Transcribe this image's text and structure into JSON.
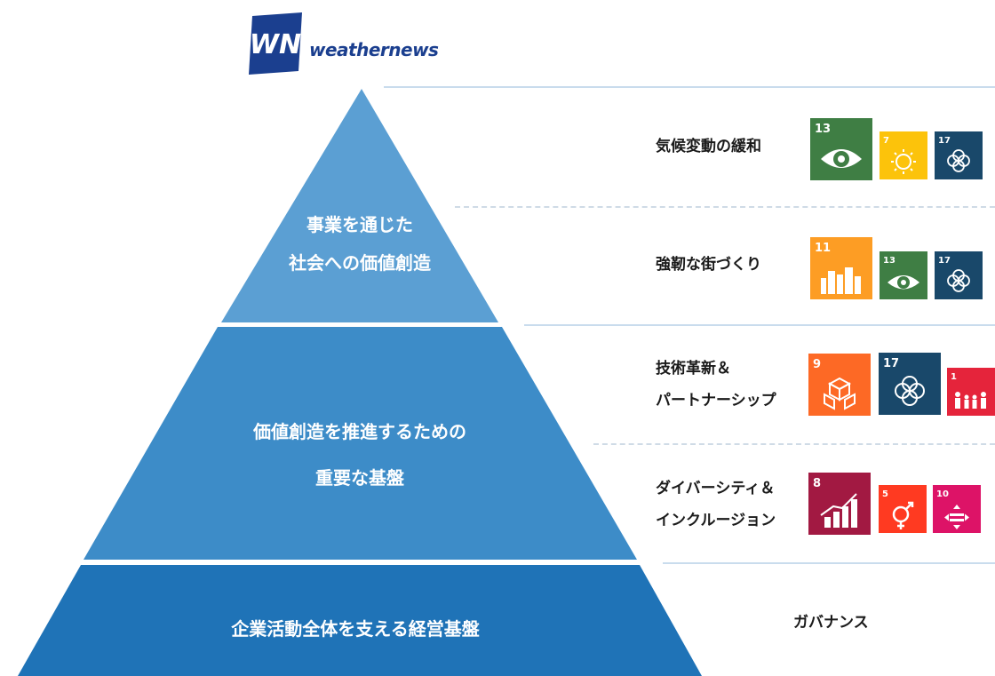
{
  "brand": {
    "mark": "WN",
    "name": "weathernews",
    "color": "#1b3f8f"
  },
  "pyramid": {
    "top": {
      "line1": "事業を通じた",
      "line2": "社会への価値創造",
      "color": "#5b9fd3"
    },
    "middle": {
      "line1": "価値創造を推進するための",
      "line2": "重要な基盤",
      "color": "#3d8cc8"
    },
    "bottom": {
      "line1": "企業活動全体を支える経営基盤",
      "color": "#1f73b7"
    }
  },
  "categories": {
    "climate": {
      "label": "気候変動の緩和"
    },
    "resilient": {
      "label": "強靭な街づくり"
    },
    "innovation": {
      "line1": "技術革新＆",
      "line2": "パートナーシップ"
    },
    "diversity": {
      "line1": "ダイバーシティ＆",
      "line2": "インクルージョン"
    },
    "governance": {
      "label": "ガバナンス"
    }
  },
  "sdg_tiles": {
    "climate": [
      {
        "number": "13",
        "icon": "eye-earth-icon",
        "color": "#3f7e44"
      },
      {
        "number": "7",
        "icon": "sun-icon",
        "color": "#fcc30b"
      },
      {
        "number": "17",
        "icon": "flower-rings-icon",
        "color": "#19486a"
      }
    ],
    "resilient": [
      {
        "number": "11",
        "icon": "city-buildings-icon",
        "color": "#fd9d24"
      },
      {
        "number": "13",
        "icon": "eye-earth-icon",
        "color": "#3f7e44"
      },
      {
        "number": "17",
        "icon": "flower-rings-icon",
        "color": "#19486a"
      }
    ],
    "innovation": [
      {
        "number": "9",
        "icon": "cubes-icon",
        "color": "#fd6925"
      },
      {
        "number": "17",
        "icon": "flower-rings-icon",
        "color": "#19486a"
      },
      {
        "number": "1",
        "icon": "family-icon",
        "color": "#e5243b"
      }
    ],
    "diversity": [
      {
        "number": "8",
        "icon": "growth-chart-icon",
        "color": "#a21942"
      },
      {
        "number": "5",
        "icon": "gender-icon",
        "color": "#ff3a21"
      },
      {
        "number": "10",
        "icon": "equality-arrows-icon",
        "color": "#dd1367"
      }
    ]
  }
}
